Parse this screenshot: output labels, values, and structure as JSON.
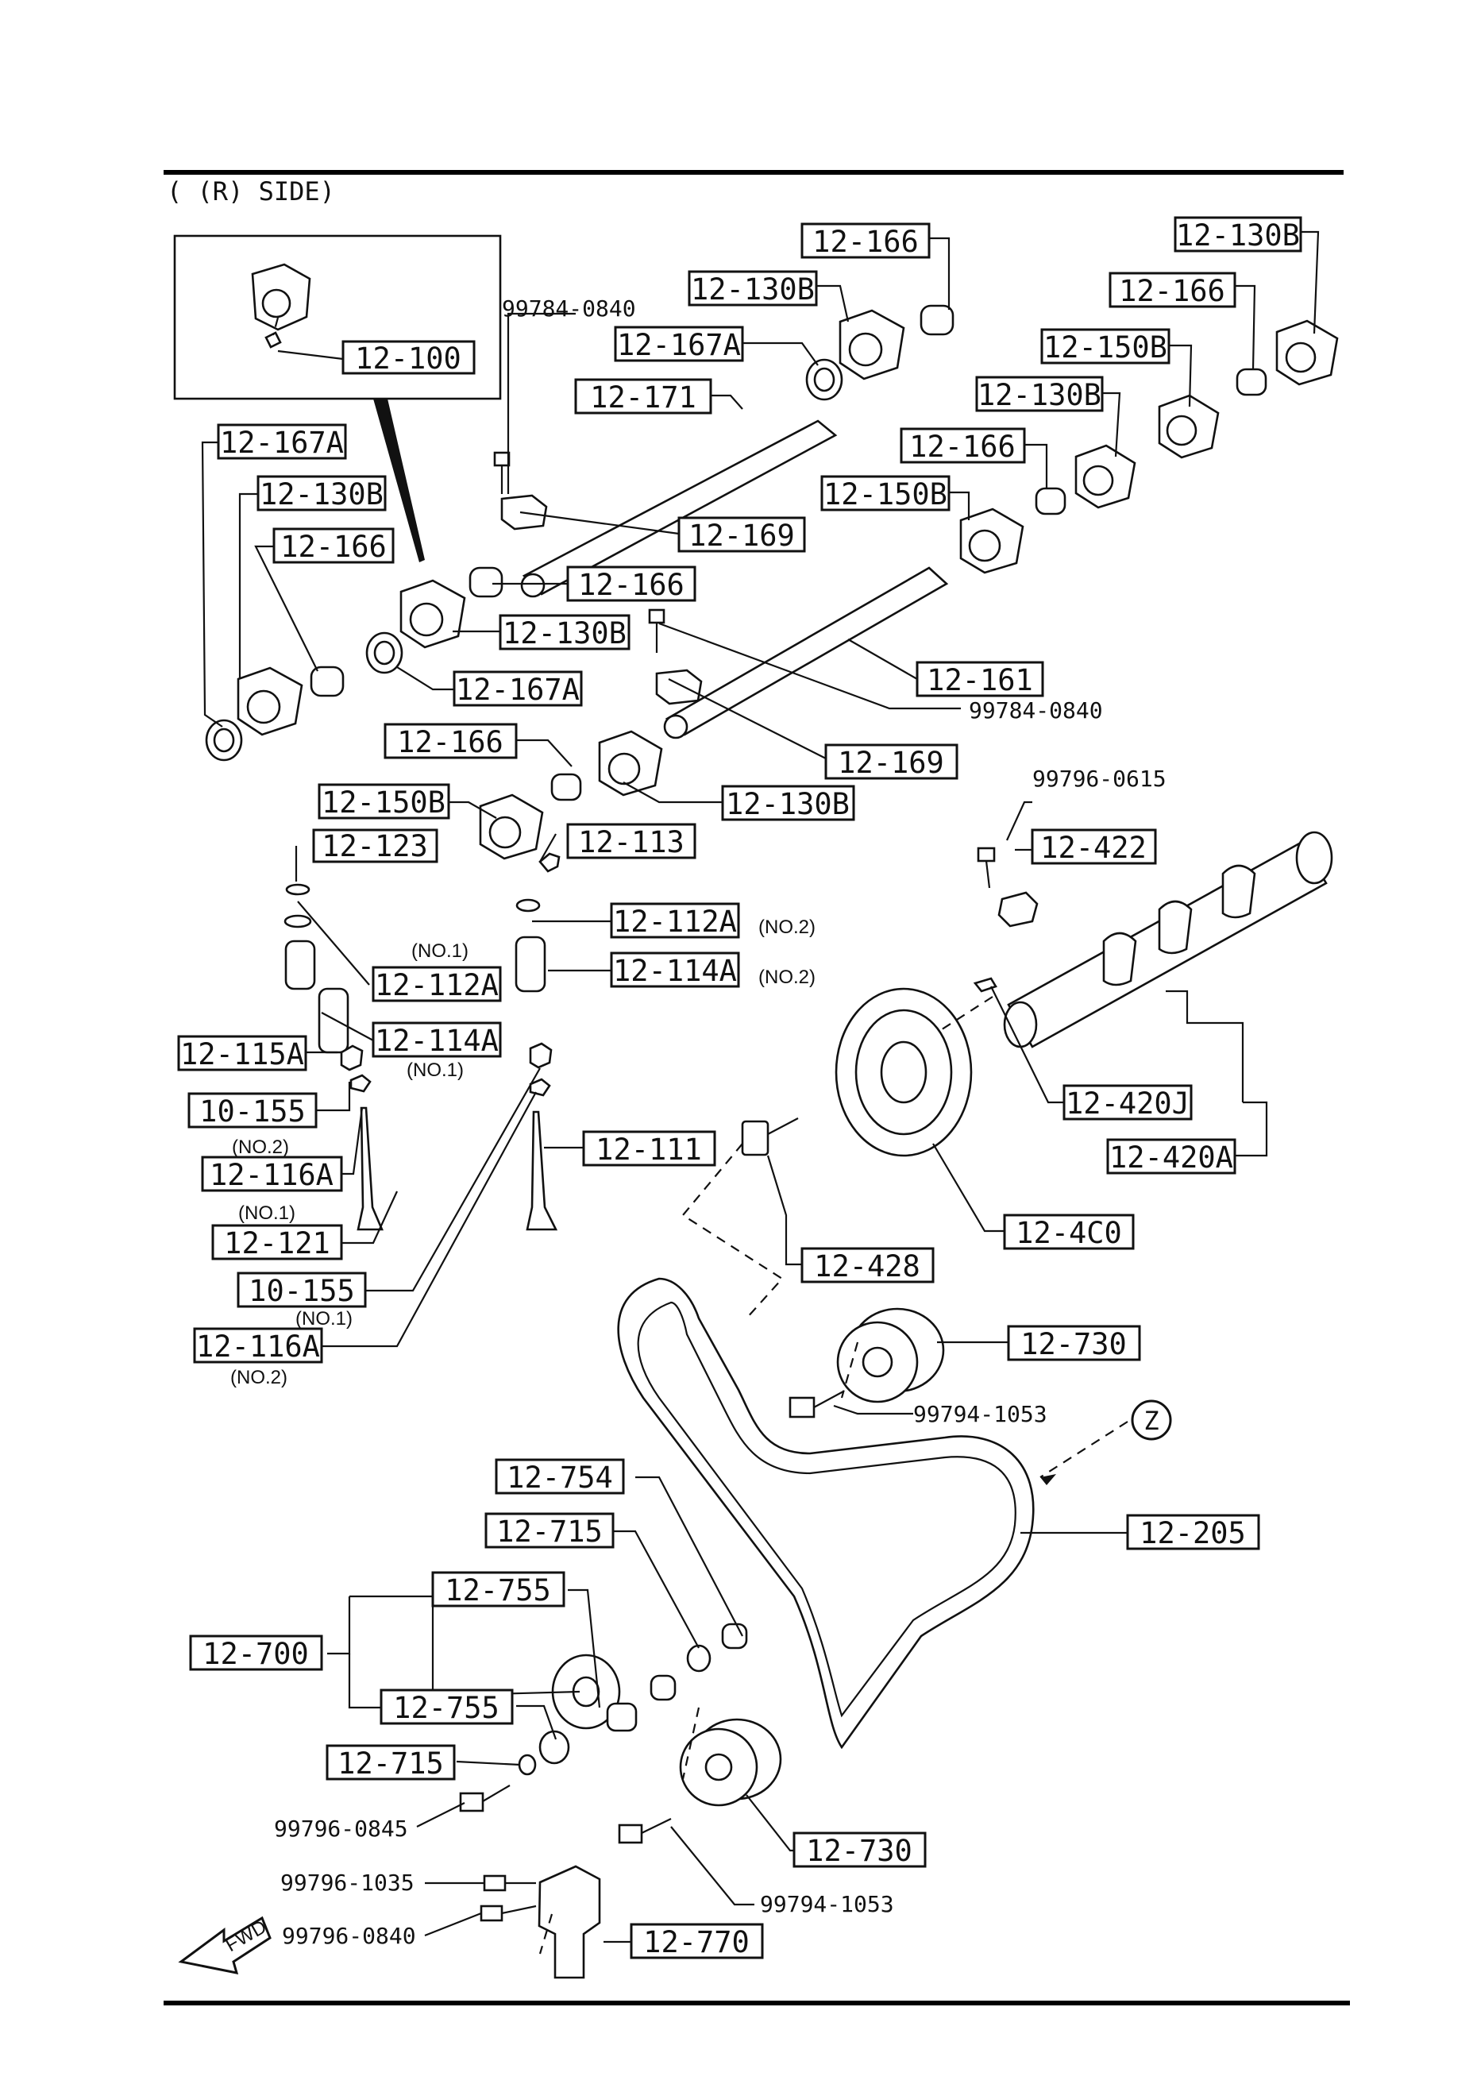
{
  "header": {
    "side": "( (R) SIDE)"
  },
  "labels": {
    "l12_166_a": "12-166",
    "l12_130B_a": "12-130B",
    "l12_130B_tr": "12-130B",
    "l12_166_tr": "12-166",
    "l12_150B_tr": "12-150B",
    "l12_130B_c": "12-130B",
    "l12_167A_top": "12-167A",
    "l12_171": "12-171",
    "l12_166_c": "12-166",
    "l12_150B_c": "12-150B",
    "l12_100": "12-100",
    "l12_167A_left": "12-167A",
    "l12_130B_left": "12-130B",
    "l12_166_left": "12-166",
    "l12_169_a": "12-169",
    "l12_166_mid": "12-166",
    "l12_130B_mid": "12-130B",
    "l12_167A_mid": "12-167A",
    "l12_161": "12-161",
    "l12_169_b": "12-169",
    "l12_166_low": "12-166",
    "l12_150B_low": "12-150B",
    "l12_130B_low": "12-130B",
    "l12_123": "12-123",
    "l12_113": "12-113",
    "l12_422": "12-422",
    "l12_112A_no2": "12-112A",
    "l12_114A_no2": "12-114A",
    "l12_112A_no1": "12-112A",
    "l12_114A_no1": "12-114A",
    "l12_115A": "12-115A",
    "l10_155_no2": "10-155",
    "l12_116A_no1": "12-116A",
    "l12_121": "12-121",
    "l10_155_no1": "10-155",
    "l12_116A_no2": "12-116A",
    "l12_111": "12-111",
    "l12_420J": "12-420J",
    "l12_420A": "12-420A",
    "l12_4C0": "12-4C0",
    "l12_428": "12-428",
    "l12_730_a": "12-730",
    "l12_754": "12-754",
    "l12_715_a": "12-715",
    "l12_755_a": "12-755",
    "l12_700": "12-700",
    "l12_755_b": "12-755",
    "l12_715_b": "12-715",
    "l12_205": "12-205",
    "l12_730_b": "12-730",
    "l12_770": "12-770"
  },
  "plain_parts": {
    "p99784_0840_a": "99784-0840",
    "p99784_0840_b": "99784-0840",
    "p99796_0615": "99796-0615",
    "p99794_1053_a": "99794-1053",
    "p99796_0845": "99796-0845",
    "p99794_1053_b": "99794-1053",
    "p99796_1035": "99796-1035",
    "p99796_0840": "99796-0840"
  },
  "notes": {
    "no1_a": "(NO.1)",
    "no2_a": "(NO.2)",
    "no2_b": "(NO.2)",
    "no1_b": "(NO.1)",
    "no2_c": "(NO.2)",
    "no1_c": "(NO.1)",
    "no1_d": "(NO.1)",
    "no2_d": "(NO.2)"
  },
  "view_marker": "Z",
  "direction_marker": "FWD"
}
